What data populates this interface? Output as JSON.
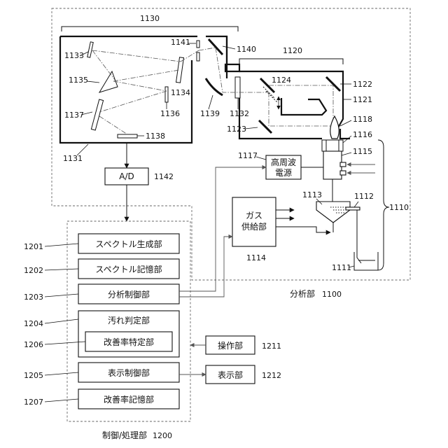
{
  "analysis_unit": {
    "label": "分析部",
    "ref": "1100",
    "monochromator": {
      "ref": "1130",
      "housing_ref": "1131"
    },
    "optics": {
      "mirror_1133": "1133",
      "grating_1135": "1135",
      "mirror_1137": "1137",
      "detector_1138": "1138",
      "element_1134": "1134",
      "element_1136": "1136",
      "slit_1141": "1141",
      "mirror_1140": "1140",
      "mirror_1139": "1139",
      "window_1132": "1132"
    },
    "torch_section": {
      "ref": "1120",
      "mirror_1124": "1124",
      "mirror_1122": "1122",
      "wall_1121": "1121",
      "mirror_1123": "1123"
    },
    "plasma_1118": "1118",
    "torch_1116": "1116",
    "coil_1115": "1115",
    "nebulizer_1113": "1113",
    "spray_1112": "1112",
    "sample_1111": "1111",
    "sample_intro_1110": "1110",
    "rf_power": {
      "label_line1": "高周波",
      "label_line2": "電源",
      "ref": "1117"
    },
    "gas_supply": {
      "label_line1": "ガス",
      "label_line2": "供給部",
      "ref": "1114"
    },
    "ad": {
      "label": "A/D",
      "ref": "1142"
    }
  },
  "control_unit": {
    "label": "制御/処理部",
    "ref": "1200",
    "blocks": [
      {
        "label": "スペクトル生成部",
        "ref": "1201"
      },
      {
        "label": "スペクトル記憶部",
        "ref": "1202"
      },
      {
        "label": "分析制御部",
        "ref": "1203"
      },
      {
        "label": "汚れ判定部",
        "ref": "1204"
      },
      {
        "label": "改善率特定部",
        "ref": "1206"
      },
      {
        "label": "表示制御部",
        "ref": "1205"
      },
      {
        "label": "改善率記憶部",
        "ref": "1207"
      }
    ]
  },
  "external": [
    {
      "label": "操作部",
      "ref": "1211"
    },
    {
      "label": "表示部",
      "ref": "1212"
    }
  ]
}
